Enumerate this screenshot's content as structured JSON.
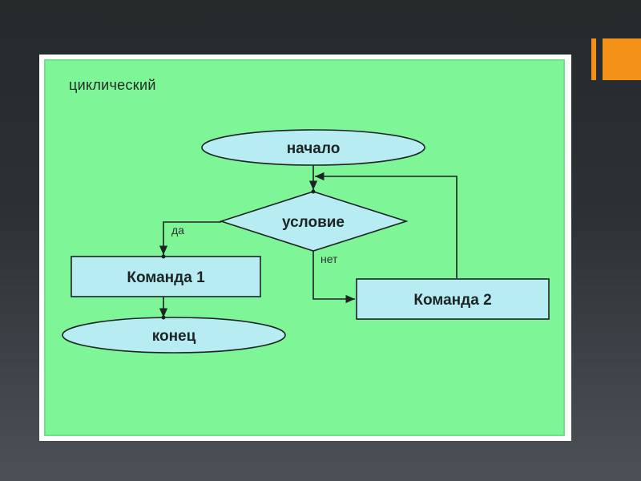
{
  "slide": {
    "accent_color": "#f39018"
  },
  "diagram": {
    "title": "циклический",
    "nodes": {
      "start": "начало",
      "condition": "условие",
      "command1": "Команда 1",
      "command2": "Команда 2",
      "end": "конец"
    },
    "edges": {
      "yes": "да",
      "no": "нет"
    },
    "colors": {
      "panel": "#7ef596",
      "shape_fill": "#b6ecf2",
      "line": "#1c2424"
    }
  }
}
